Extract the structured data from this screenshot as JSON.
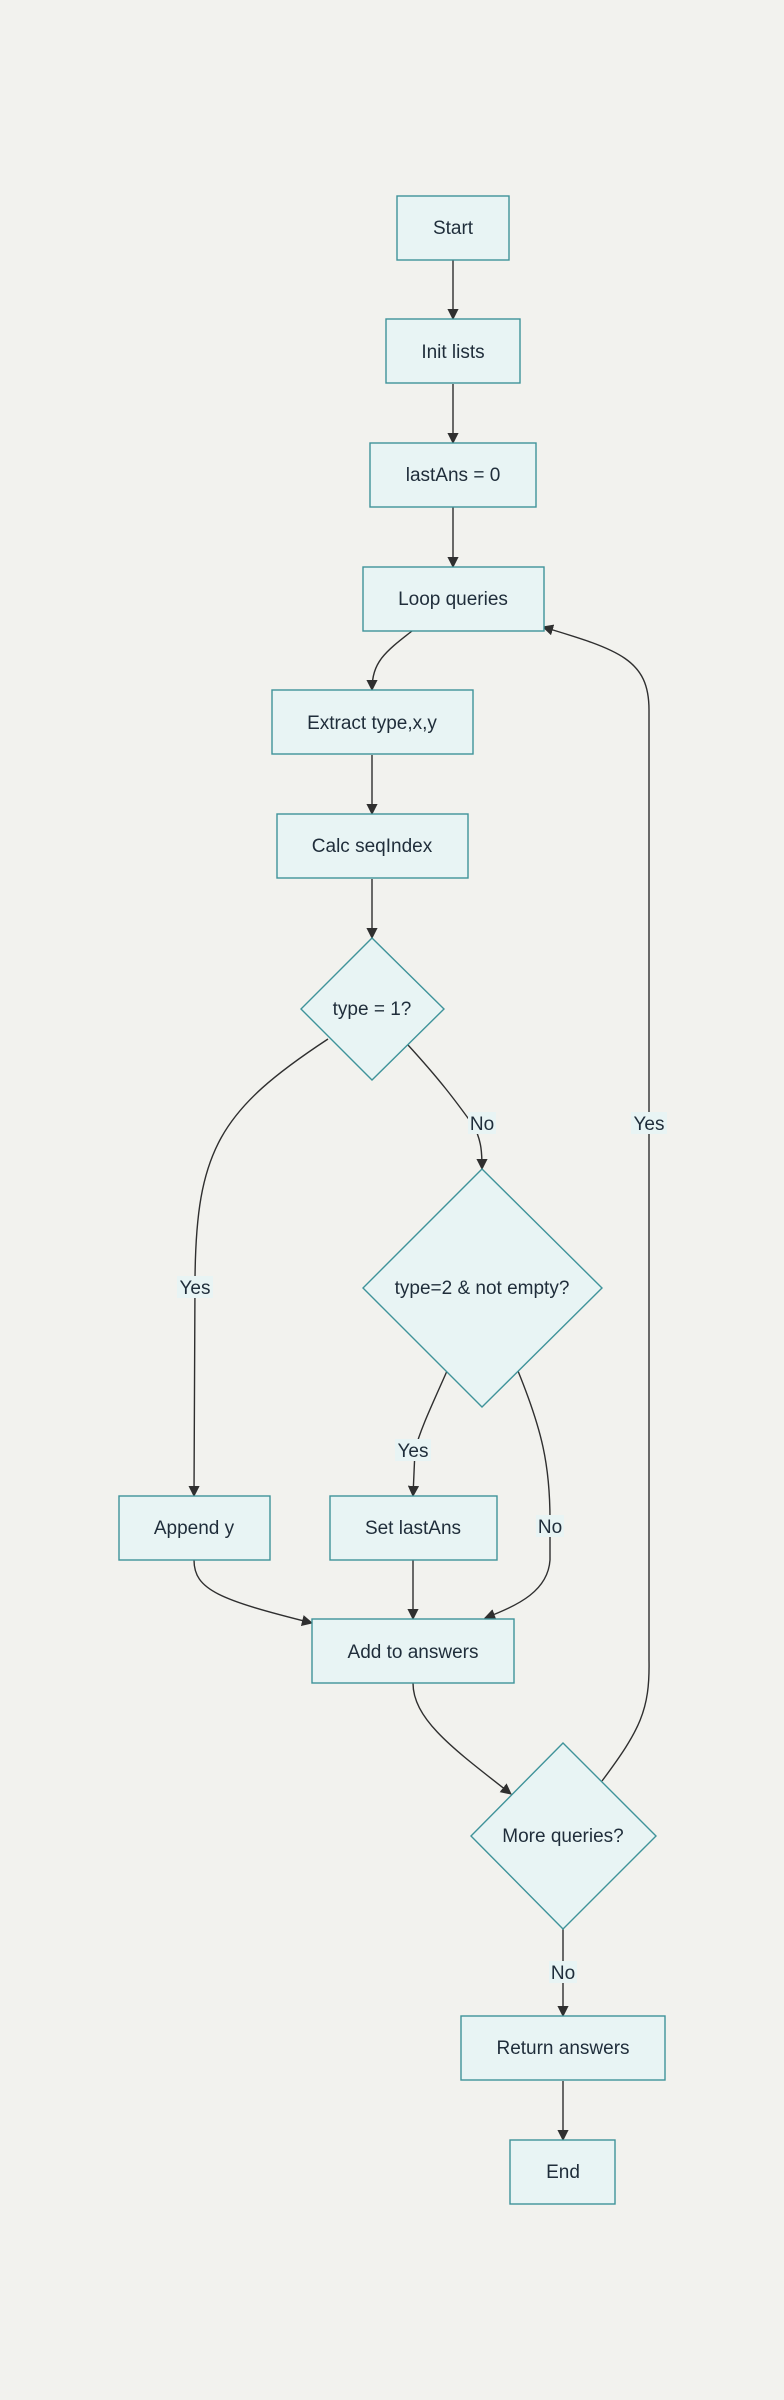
{
  "colors": {
    "background": "#f2f2ee",
    "node_fill": "#e8f4f4",
    "node_stroke": "#3f939a",
    "edge": "#2f2f2f",
    "text": "#1f2d3a"
  },
  "nodes": {
    "start": {
      "label": "Start",
      "shape": "rectangle"
    },
    "init_lists": {
      "label": "Init lists",
      "shape": "rectangle"
    },
    "last_ans_zero": {
      "label": "lastAns = 0",
      "shape": "rectangle"
    },
    "loop_queries": {
      "label": "Loop queries",
      "shape": "rectangle"
    },
    "extract": {
      "label": "Extract type,x,y",
      "shape": "rectangle"
    },
    "calc_seq": {
      "label": "Calc seqIndex",
      "shape": "rectangle"
    },
    "type_is_one": {
      "label": "type = 1?",
      "shape": "diamond"
    },
    "type_two_not_empty": {
      "label": "type=2 & not empty?",
      "shape": "diamond"
    },
    "append_y": {
      "label": "Append y",
      "shape": "rectangle"
    },
    "set_last_ans": {
      "label": "Set lastAns",
      "shape": "rectangle"
    },
    "add_answers": {
      "label": "Add to answers",
      "shape": "rectangle"
    },
    "more_queries": {
      "label": "More queries?",
      "shape": "diamond"
    },
    "return_answers": {
      "label": "Return answers",
      "shape": "rectangle"
    },
    "end": {
      "label": "End",
      "shape": "rectangle"
    }
  },
  "edges": [
    {
      "from": "start",
      "to": "init_lists",
      "label": ""
    },
    {
      "from": "init_lists",
      "to": "last_ans_zero",
      "label": ""
    },
    {
      "from": "last_ans_zero",
      "to": "loop_queries",
      "label": ""
    },
    {
      "from": "loop_queries",
      "to": "extract",
      "label": ""
    },
    {
      "from": "extract",
      "to": "calc_seq",
      "label": ""
    },
    {
      "from": "calc_seq",
      "to": "type_is_one",
      "label": ""
    },
    {
      "from": "type_is_one",
      "to": "type_two_not_empty",
      "label": "No"
    },
    {
      "from": "type_is_one",
      "to": "append_y",
      "label": "Yes"
    },
    {
      "from": "type_two_not_empty",
      "to": "set_last_ans",
      "label": "Yes"
    },
    {
      "from": "type_two_not_empty",
      "to": "add_answers",
      "label": "No"
    },
    {
      "from": "append_y",
      "to": "add_answers",
      "label": ""
    },
    {
      "from": "set_last_ans",
      "to": "add_answers",
      "label": ""
    },
    {
      "from": "add_answers",
      "to": "more_queries",
      "label": ""
    },
    {
      "from": "more_queries",
      "to": "loop_queries",
      "label": "Yes"
    },
    {
      "from": "more_queries",
      "to": "return_answers",
      "label": "No"
    },
    {
      "from": "return_answers",
      "to": "end",
      "label": ""
    }
  ]
}
